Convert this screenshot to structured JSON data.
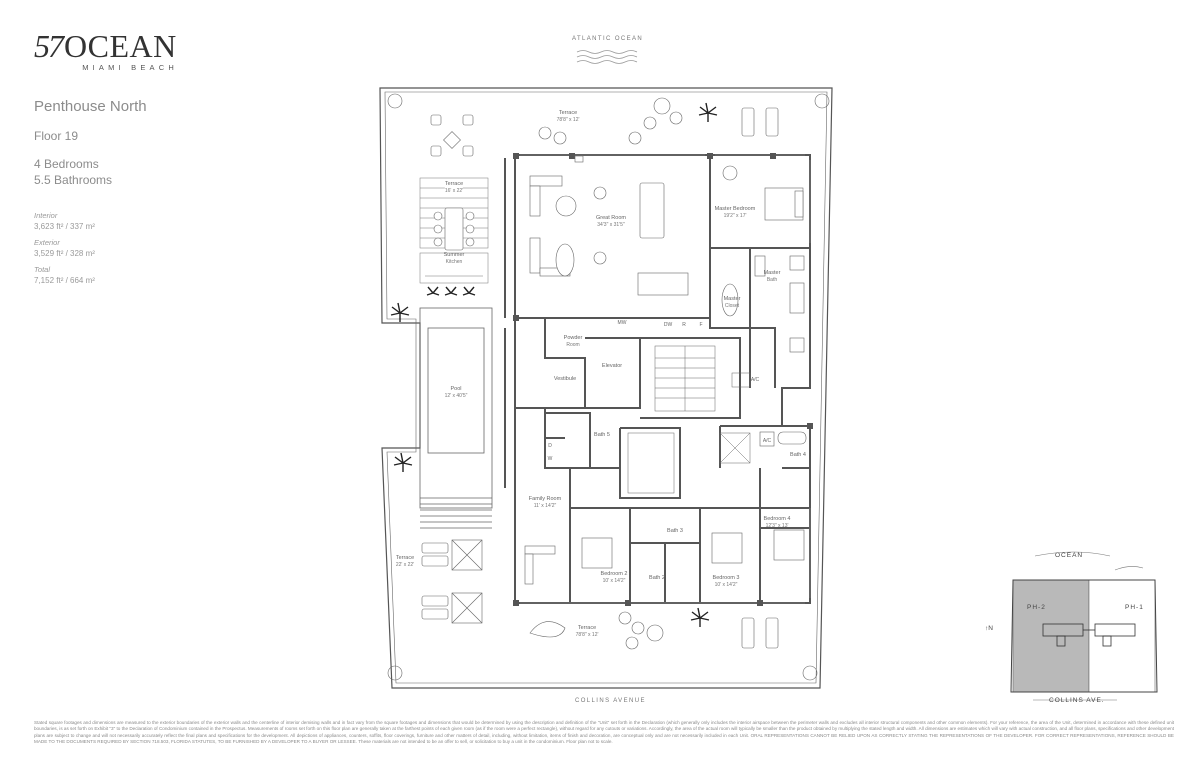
{
  "logo": {
    "number": "57",
    "word": "OCEAN",
    "sub": "MIAMI BEACH"
  },
  "unit": {
    "title": "Penthouse North",
    "floor": "Floor 19",
    "bedrooms": "4 Bedrooms",
    "bathrooms": "5.5 Bathrooms"
  },
  "areas": [
    {
      "label": "Interior",
      "value": "3,623 ft² / 337 m²"
    },
    {
      "label": "Exterior",
      "value": "3,529 ft² / 328 m²"
    },
    {
      "label": "Total",
      "value": "7,152 ft² / 664 m²"
    }
  ],
  "plan": {
    "top_label": "ATLANTIC OCEAN",
    "bottom_label": "COLLINS AVENUE",
    "rooms": {
      "terrace_north": {
        "name": "Terrace",
        "dim": "78'8\" x 12'"
      },
      "terrace_west_upper": {
        "name": "Terrace",
        "dim": "16' x 22'"
      },
      "summer_kitchen": {
        "name": "Summer",
        "dim": "Kitchen"
      },
      "great_room": {
        "name": "Great Room",
        "dim": "34'3\" x 31'5\""
      },
      "master_bedroom": {
        "name": "Master Bedroom",
        "dim": "19'2\" x 17'"
      },
      "master_bath": {
        "name": "Master",
        "dim": "Bath"
      },
      "master_closet": {
        "name": "Master",
        "dim": "Closet"
      },
      "powder_room": {
        "name": "Powder",
        "dim": "Room"
      },
      "elevator": {
        "name": "Elevator",
        "dim": ""
      },
      "vestibule": {
        "name": "Vestibule",
        "dim": ""
      },
      "pool": {
        "name": "Pool",
        "dim": "12' x 40'5\""
      },
      "bath5": {
        "name": "Bath 5",
        "dim": ""
      },
      "bath4": {
        "name": "Bath 4",
        "dim": ""
      },
      "family_room": {
        "name": "Family Room",
        "dim": "11' x 14'2\""
      },
      "bedroom4": {
        "name": "Bedroom 4",
        "dim": "12'3\" x 13'"
      },
      "bath3": {
        "name": "Bath 3",
        "dim": ""
      },
      "bedroom2": {
        "name": "Bedroom 2",
        "dim": "10' x 14'2\""
      },
      "bath2": {
        "name": "Bath 2",
        "dim": ""
      },
      "bedroom3": {
        "name": "Bedroom 3",
        "dim": "10' x 14'2\""
      },
      "terrace_west_lower": {
        "name": "Terrace",
        "dim": "22' x 22'"
      },
      "terrace_south": {
        "name": "Terrace",
        "dim": "78'8\" x 12'"
      }
    },
    "fixtures": {
      "mw": "MW",
      "dw": "DW",
      "r": "R",
      "f": "F",
      "ac1": "A/C",
      "ac2": "A/C",
      "d": "D",
      "w": "W"
    }
  },
  "keyplan": {
    "ocean": "OCEAN",
    "collins": "COLLINS AVE.",
    "ph2": "PH-2",
    "ph1": "PH-1",
    "north": "N"
  },
  "disclaimer": "Stated square footages and dimensions are measured to the exterior boundaries of the exterior walls and the centerline of interior demising walls and in fact vary from the square footages and dimensions that would be determined by using the description and definition of the \"Unit\" set forth in the Declaration (which generally only includes the interior airspace between the perimeter walls and excludes all interior structural components and other common elements). For your reference, the area of the Unit, determined in accordance with these defined unit boundaries, is as set forth on Exhibit \"3\" to the Declaration of Condominium contained in the Prospectus. Measurements of rooms set forth on this floor plan are generally taken at the farthest points of each given room (as if the room were a perfect rectangle), without regard for any cutouts or variations. Accordingly, the area of the actual room will typically be smaller than the product obtained by multiplying the stated length and width. All dimensions are estimates which will vary with actual construction, and all floor plans, specifications and other development plans are subject to change and will not necessarily accurately reflect the final plans and specifications for the development. All depictions of appliances, counters, soffits, floor coverings, furniture and other matters of detail, including, without limitation, items of finish and decoration, are conceptual only and are not necessarily included in each Unit. ORAL REPRESENTATIONS CANNOT BE RELIED UPON AS CORRECTLY STATING THE REPRESENTATIONS OF THE DEVELOPER. FOR CORRECT REPRESENTATIONS, REFERENCE SHOULD BE MADE TO THE DOCUMENTS REQUIRED BY SECTION 718.503, FLORIDA STATUTES, TO BE FURNISHED BY A DEVELOPER TO A BUYER OR LESSEE. These materials are not intended to be an offer to sell, or solicitation to buy a unit in the condominium. Floor plan not to scale."
}
